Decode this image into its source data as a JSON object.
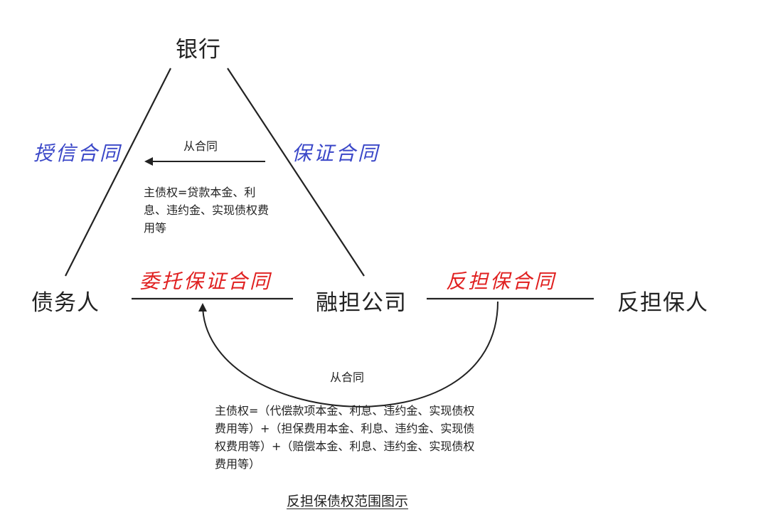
{
  "nodes": {
    "bank": "银行",
    "debtor": "债务人",
    "guarantor_company": "融担公司",
    "counter_guarantor": "反担保人"
  },
  "contracts": {
    "credit": "授信合同",
    "guarantee": "保证合同",
    "entrusted_guarantee": "委托保证合同",
    "counter_guarantee": "反担保合同"
  },
  "arrows": {
    "top_label": "从合同",
    "bottom_label": "从合同"
  },
  "notes": {
    "top": "主债权=贷款本金、利息、违约金、实现债权费用等",
    "bottom": "主债权=（代偿款项本金、利息、违约金、实现债权费用等）+（担保费用本金、利息、违约金、实现债权费用等）+（赔偿本金、利息、违约金、实现债权费用等）"
  },
  "caption": "反担保债权范围图示",
  "colors": {
    "blue_contract": "#3a47c8",
    "red_contract": "#e02020",
    "line": "#222222"
  }
}
